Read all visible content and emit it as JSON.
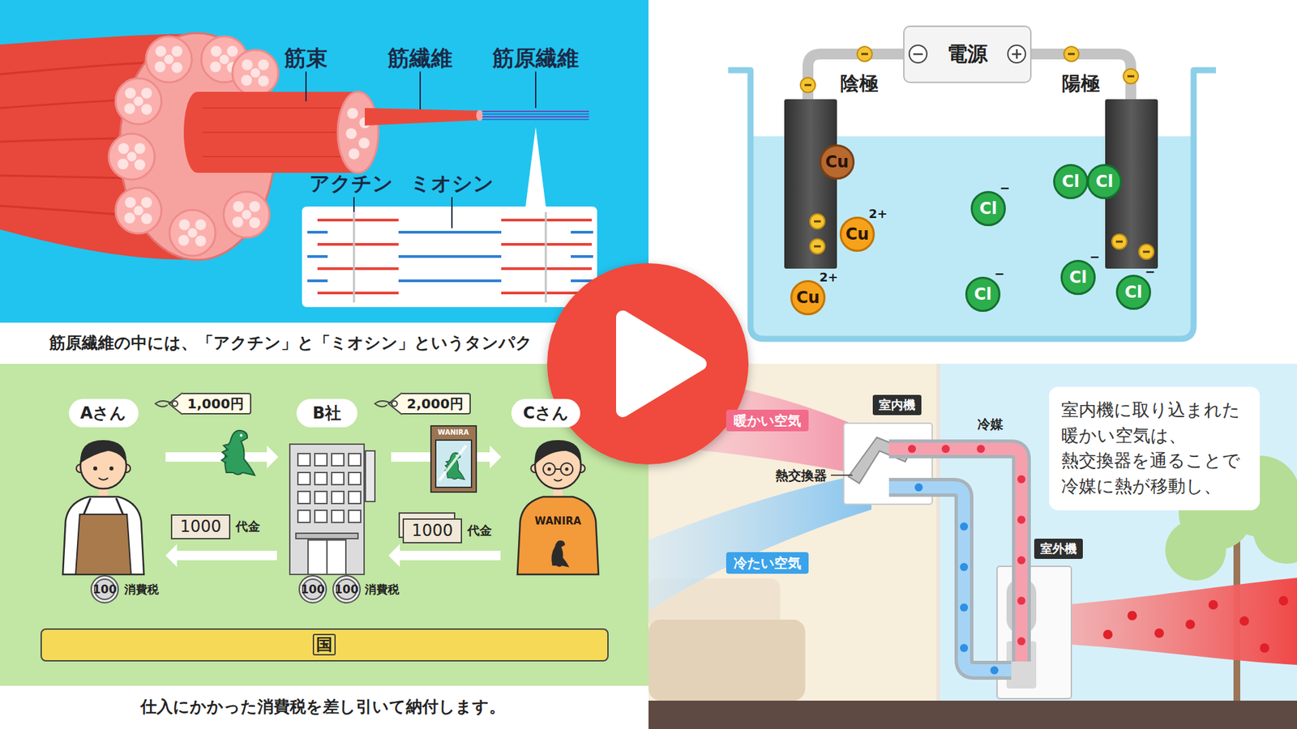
{
  "diagram": {
    "nodes": [
      {
        "text": [
          "電源"
        ]
      },
      {
        "text": [
          "Cu"
        ]
      },
      {
        "text": [
          "Cu",
          "2+"
        ]
      },
      {
        "text": [
          "Cu",
          "2+"
        ]
      },
      {
        "text": [
          "Cl",
          "−"
        ]
      },
      {
        "text": [
          "Cl",
          "−"
        ]
      },
      {
        "text": [
          "Cl"
        ]
      },
      {
        "text": [
          "Cl"
        ]
      },
      {
        "text": [
          "Cl",
          "−"
        ]
      },
      {
        "text": [
          "Cl",
          "−"
        ]
      },
      {
        "text": [
          "Aさん"
        ]
      },
      {
        "text": [
          "1,000円"
        ]
      },
      {
        "text": [
          "B社"
        ]
      },
      {
        "text": [
          "2,000円"
        ]
      },
      {
        "text": [
          "Cさん"
        ]
      },
      {
        "text": [
          "1000",
          "代金"
        ]
      },
      {
        "text": [
          "1000",
          "代金"
        ]
      },
      {
        "text": [
          "100"
        ]
      },
      {
        "text": [
          "100"
        ]
      },
      {
        "text": [
          "100"
        ]
      },
      {
        "text": [
          "国"
        ]
      },
      {
        "text": [
          "暖かい空気"
        ]
      },
      {
        "text": [
          "室内機"
        ]
      },
      {
        "text": [
          "冷たい空気"
        ]
      },
      {
        "text": [
          "室外機"
        ]
      },
      {
        "text": [
          "室内機に取り込まれた 暖かい空気は、 熱交換器を通ることで 冷媒に熱が移動し、"
        ]
      }
    ],
    "labels": [
      "筋束",
      "筋繊維",
      "筋原繊維",
      "アクチン",
      "ミオシン",
      "筋原繊維の中には、「アクチン」と「ミオシン」というタンパク",
      "陰極",
      "陽極",
      "WANIRA",
      "WANIRA",
      "消費税",
      "消費税",
      "仕入にかかった消費税を差し引いて納付します。",
      "冷媒",
      "熱交換器"
    ]
  }
}
